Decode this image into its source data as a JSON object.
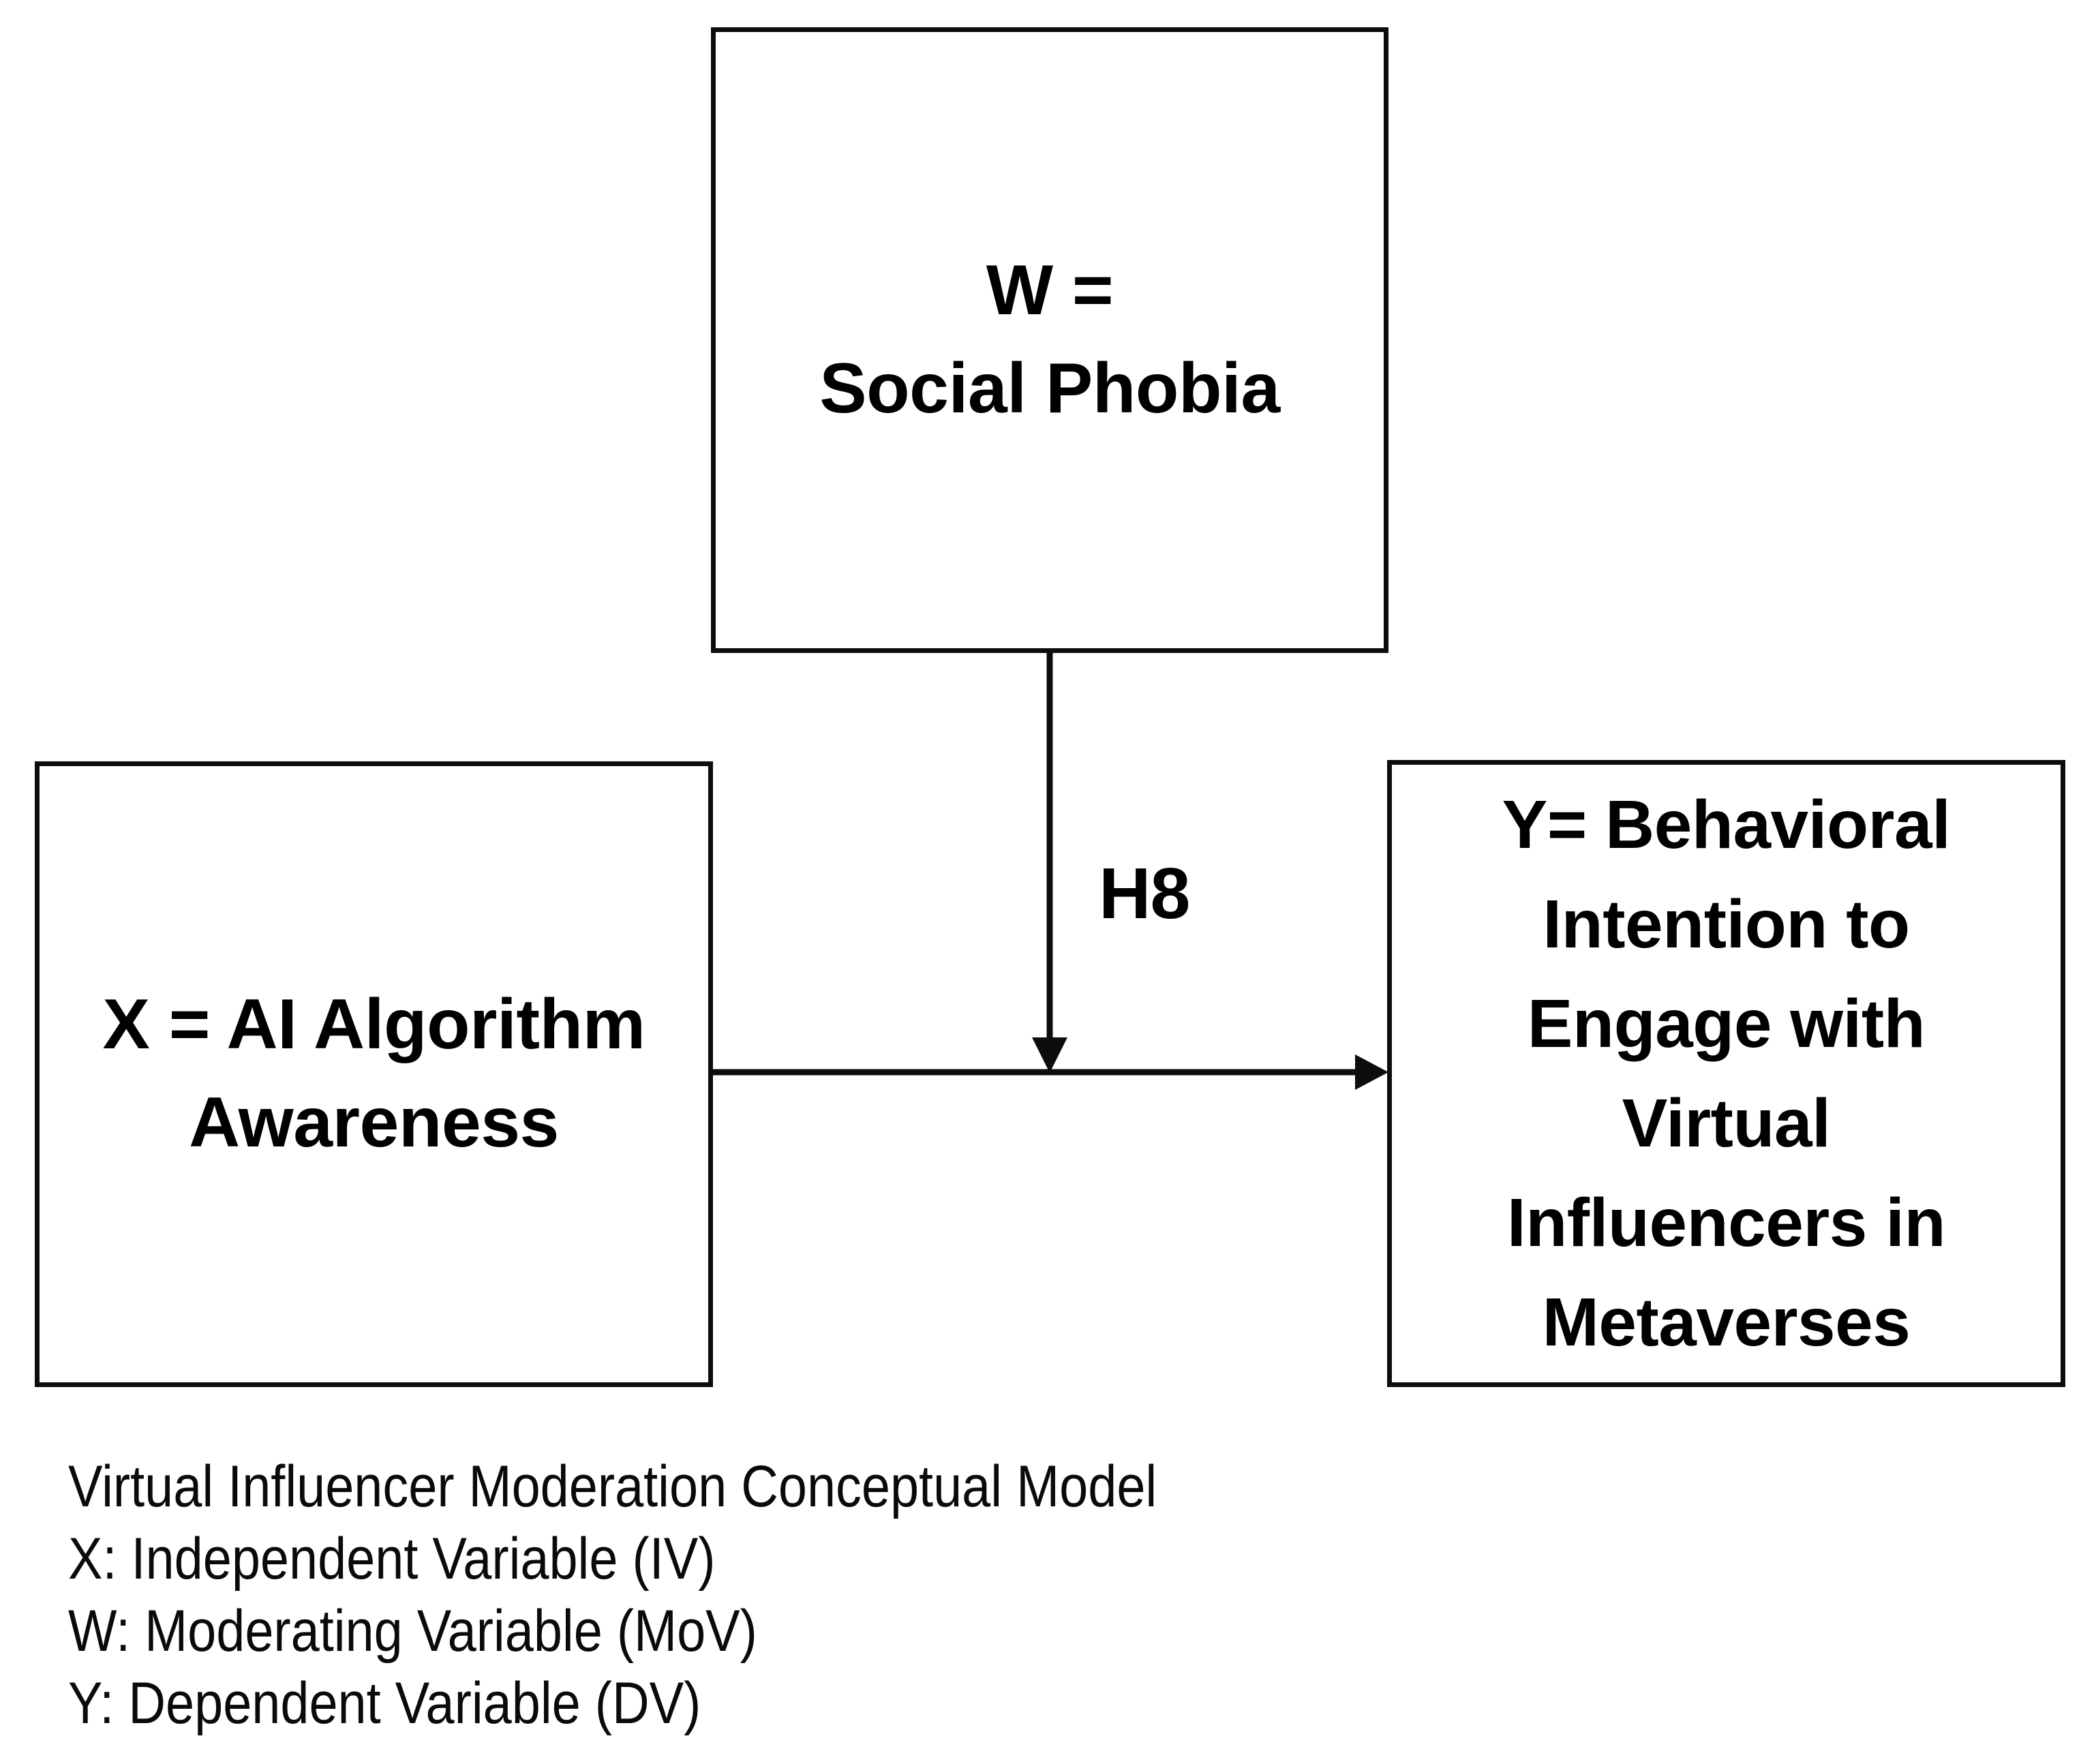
{
  "diagram": {
    "title": "Virtual Influencer Moderation Conceptual Model",
    "type": "moderation-conceptual-model",
    "nodes": {
      "moderator": {
        "role": "W",
        "label": "W =\nSocial Phobia",
        "line1": "W =",
        "line2": "Social Phobia"
      },
      "independent": {
        "role": "X",
        "label": "X = AI Algorithm\nAwareness",
        "line1": "X = AI Algorithm",
        "line2": "Awareness"
      },
      "dependent": {
        "role": "Y",
        "label": "Y= Behavioral\nIntention to\nEngage with\nVirtual\nInfluencers in\nMetaverses",
        "line1": "Y= Behavioral",
        "line2": "Intention to",
        "line3": "Engage with",
        "line4": "Virtual",
        "line5": "Influencers in",
        "line6": "Metaverses"
      }
    },
    "edges": {
      "moderation": {
        "label": "H8",
        "from": "W",
        "to": "X-to-Y path"
      },
      "main_effect": {
        "label": "",
        "from": "X",
        "to": "Y"
      }
    },
    "caption": {
      "lines": [
        "Virtual Influencer Moderation Conceptual Model",
        "X: Independent Variable (IV)",
        "W: Moderating Variable (MoV)",
        "Y: Dependent Variable (DV)"
      ],
      "line_0": "Virtual Influencer Moderation Conceptual Model",
      "line_1": "X: Independent Variable (IV)",
      "line_2": "W: Moderating Variable (MoV)",
      "line_3": "Y: Dependent Variable (DV)"
    },
    "colors": {
      "stroke": "#0d0d0d",
      "text": "#000000",
      "background": "#ffffff"
    }
  }
}
